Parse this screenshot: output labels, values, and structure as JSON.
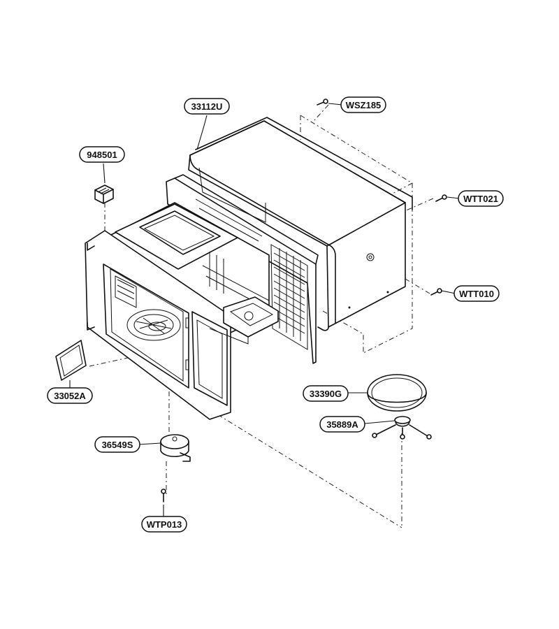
{
  "parts": [
    {
      "id": "p-33112u",
      "number": "33112U"
    },
    {
      "id": "p-wsz185",
      "number": "WSZ185"
    },
    {
      "id": "p-948501",
      "number": "948501"
    },
    {
      "id": "p-wtt021",
      "number": "WTT021"
    },
    {
      "id": "p-wtt010",
      "number": "WTT010"
    },
    {
      "id": "p-33052a",
      "number": "33052A"
    },
    {
      "id": "p-33390g",
      "number": "33390G"
    },
    {
      "id": "p-35889a",
      "number": "35889A"
    },
    {
      "id": "p-36549s",
      "number": "36549S"
    },
    {
      "id": "p-wtp013",
      "number": "WTP013"
    }
  ]
}
